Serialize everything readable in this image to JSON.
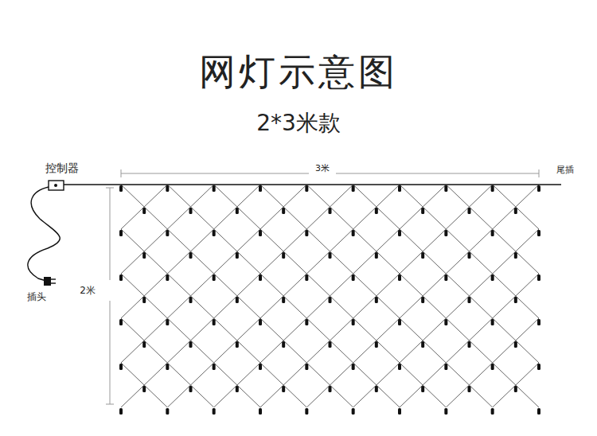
{
  "diagram": {
    "title": "网灯示意图",
    "labels": [
      "2*3米款",
      "控制器",
      "3米",
      "尾插",
      "插头",
      "2米"
    ]
  }
}
